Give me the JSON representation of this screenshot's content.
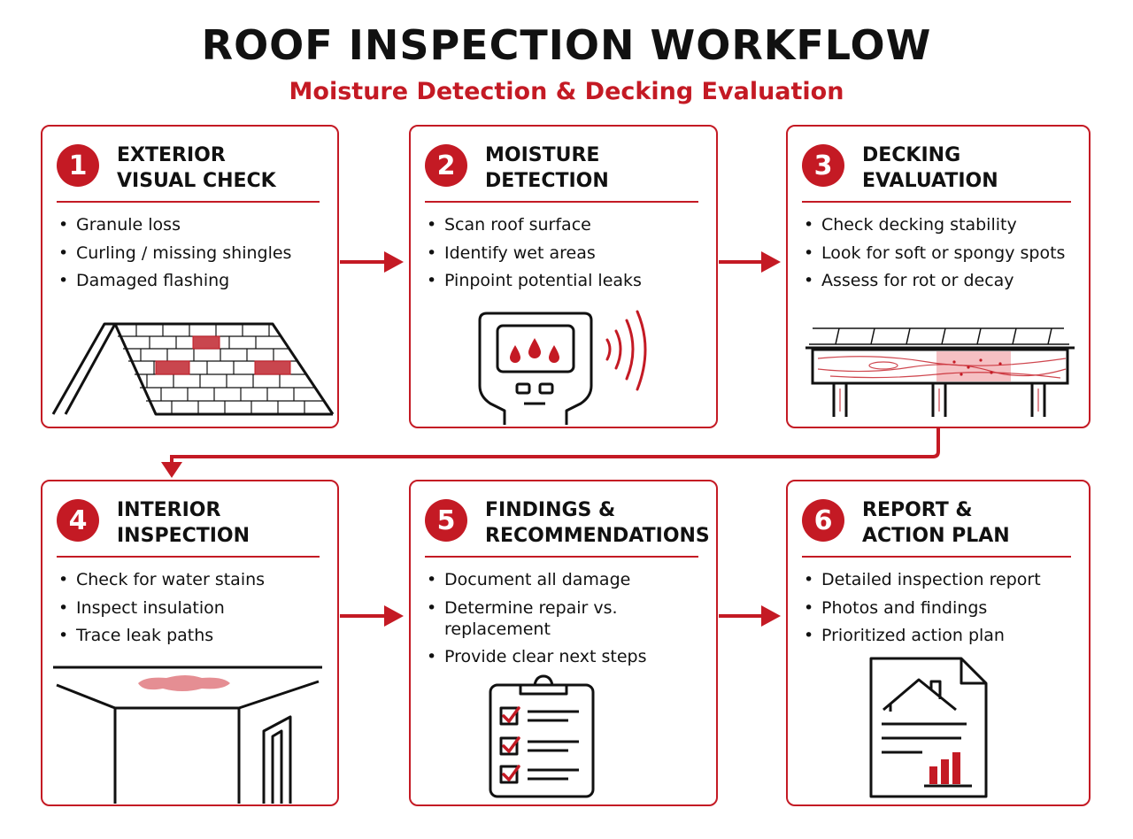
{
  "header": {
    "title": "ROOF INSPECTION WORKFLOW",
    "subtitle": "Moisture Detection & Decking Evaluation"
  },
  "colors": {
    "accent": "#c41a24",
    "text": "#111111",
    "stain": "#e07a80"
  },
  "steps": [
    {
      "number": "1",
      "title_lines": [
        "EXTERIOR",
        "VISUAL CHECK"
      ],
      "bullets": [
        "Granule loss",
        "Curling / missing shingles",
        "Damaged flashing"
      ],
      "icon": "roof-shingles-icon"
    },
    {
      "number": "2",
      "title_lines": [
        "MOISTURE",
        "DETECTION"
      ],
      "bullets": [
        "Scan roof surface",
        "Identify wet areas",
        "Pinpoint potential leaks"
      ],
      "icon": "moisture-meter-icon"
    },
    {
      "number": "3",
      "title_lines": [
        "DECKING",
        "EVALUATION"
      ],
      "bullets": [
        "Check decking stability",
        "Look for soft or spongy spots",
        "Assess for rot or decay"
      ],
      "icon": "roof-decking-icon"
    },
    {
      "number": "4",
      "title_lines": [
        "INTERIOR",
        "INSPECTION"
      ],
      "bullets": [
        "Check for water stains",
        "Inspect insulation",
        "Trace leak paths"
      ],
      "icon": "ceiling-stain-icon"
    },
    {
      "number": "5",
      "title_lines": [
        "FINDINGS &",
        "RECOMMENDATIONS"
      ],
      "bullets": [
        "Document all damage",
        "Determine repair vs. replacement",
        "Provide clear next steps"
      ],
      "bullet_2_lines": [
        "Determine repair vs.",
        "replacement"
      ],
      "icon": "clipboard-checklist-icon"
    },
    {
      "number": "6",
      "title_lines": [
        "REPORT &",
        "ACTION PLAN"
      ],
      "bullets": [
        "Detailed inspection report",
        "Photos and findings",
        "Prioritized action plan"
      ],
      "icon": "report-document-icon"
    }
  ]
}
